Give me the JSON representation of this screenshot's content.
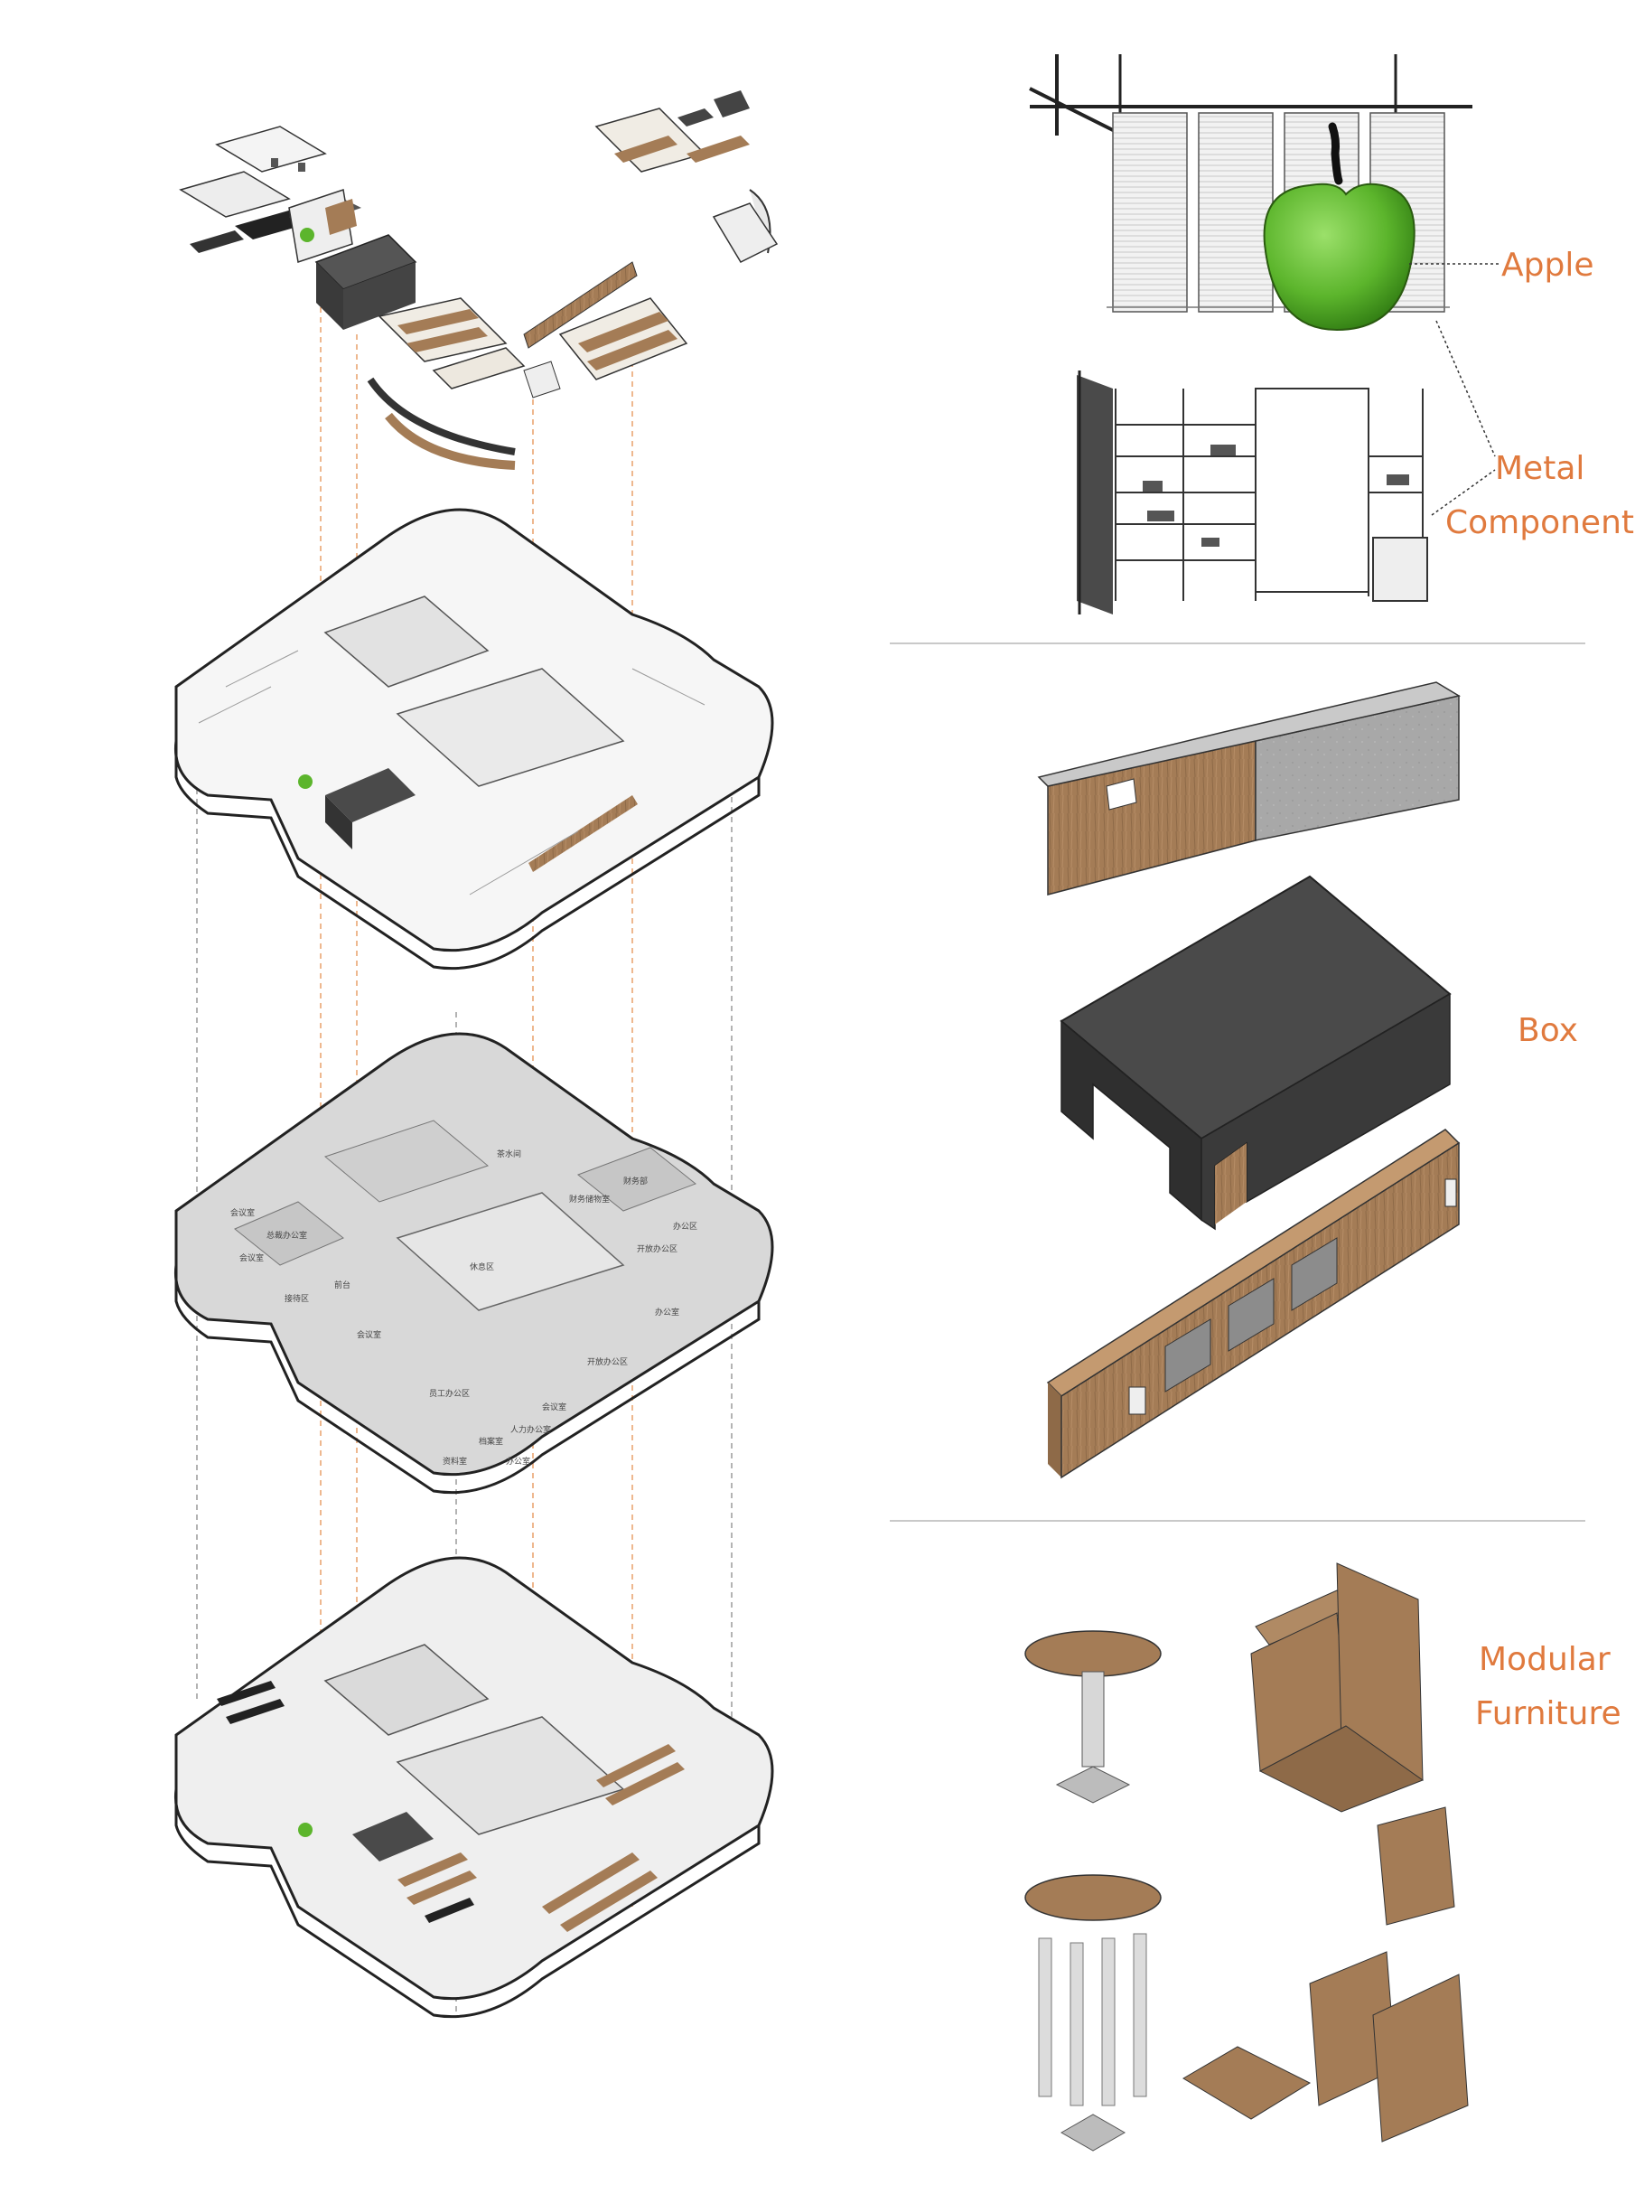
{
  "labels": {
    "apple": "Apple",
    "metal_line1": "Metal",
    "metal_line2": "Components",
    "box": "Box",
    "modular_line1": "Modular",
    "modular_line2": "Furniture"
  },
  "floor_plan_rooms": [
    "会议室",
    "总裁办公室",
    "会议室",
    "财务部",
    "开放办公区",
    "前台",
    "接待区",
    "财务储物室",
    "办公区",
    "办公室",
    "会议室",
    "茶水间",
    "员工办公区",
    "人力办公室",
    "会议室",
    "档案室",
    "办公室",
    "资料室",
    "开放办公区",
    "休息区"
  ],
  "colors": {
    "label_accent": "#e07a3e",
    "guide_orange": "#e8a06a",
    "guide_gray": "#9a9a9a",
    "box_dark": "#4a4a4a",
    "wood": "#a47c56",
    "concrete": "#a9a9a9",
    "apple_green": "#5cb52c"
  }
}
